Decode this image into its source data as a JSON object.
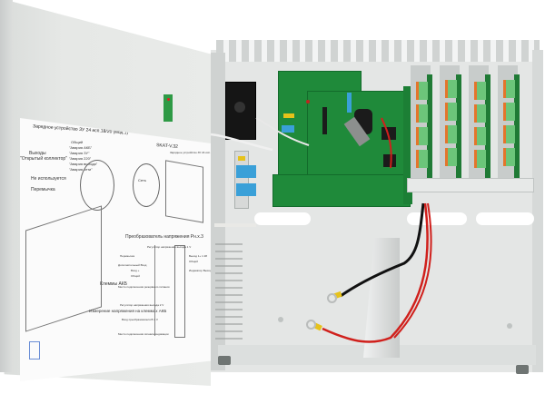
{
  "scene": {
    "subject": "Open power supply cabinet with door diagram",
    "colors": {
      "cabinet_metal": "#e4e6e5",
      "pcb_green": "#1f8a3a",
      "terminal_green": "#6cc57a",
      "terminal_orange": "#e4752b",
      "wire_red": "#d0201c",
      "wire_black": "#111111",
      "lug_yellow": "#e6c21a",
      "fan_black": "#151515",
      "background": "#ffffff"
    }
  },
  "door_sheet": {
    "title_left": "Зарядное устройство ЗУ 24 исп.18/20 (мод.1)",
    "title_right": "SKAT-V.32",
    "labels_left": [
      "Выходы",
      "\"Открытый коллектор\"",
      "Не используется",
      "Перемычка"
    ],
    "connector_labels": [
      "Общий",
      "\"Авария АКБ\"",
      "\"Авария ЗУ\"",
      "\"Авария 220\"",
      "\"Авария выхода\"",
      "\"Авария сети\""
    ],
    "labels_right_top": [
      "Зарядное устройство ЗУ 24 исп.18/20",
      "Преобразователь напряжения Рн.х.3"
    ],
    "fuse_label": "Сеть",
    "section_title": "Преобразователь напряжения Рн.х.3",
    "labels_bottom_left": [
      "Клеммы АКБ",
      "Измерение напряжения на клеммах АКБ"
    ],
    "converter_labels": [
      "Регулятор напряжения выхода 1 V",
      "Перемычка",
      "Дополнительный Вход",
      "Вход +",
      "Общий",
      "Место подключения резервного питания",
      "Регулятор напряжения выхода 2 V",
      "Вход преобразователя В 1 V",
      "Место подключения сигнала индикации",
      "Выход 1+ 1 28",
      "Общий",
      "Индикатор Выход 1 V"
    ]
  }
}
